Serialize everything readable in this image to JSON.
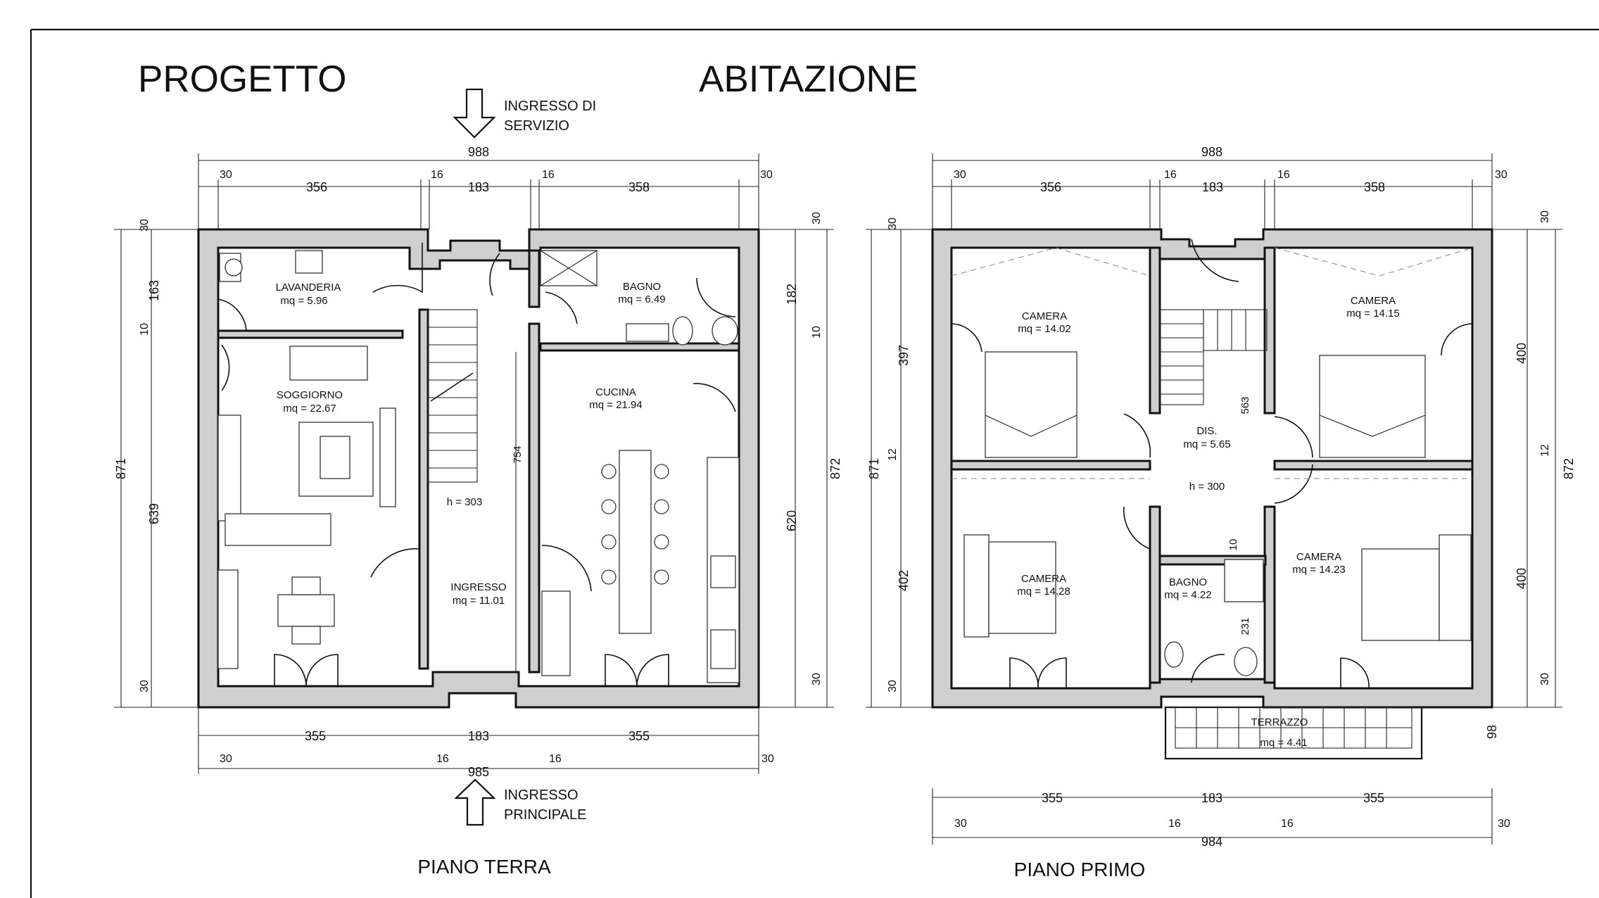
{
  "title": {
    "left": "PROGETTO",
    "right": "ABITAZIONE"
  },
  "entries": {
    "service": [
      "INGRESSO DI",
      "SERVIZIO"
    ],
    "main": [
      "INGRESSO",
      "PRINCIPALE"
    ]
  },
  "ground_floor": {
    "label": "PIANO TERRA",
    "rooms": {
      "lavanderia": {
        "name": "LAVANDERIA",
        "area": "mq = 5.96"
      },
      "bagno": {
        "name": "BAGNO",
        "area": "mq = 6.49"
      },
      "soggiorno": {
        "name": "SOGGIORNO",
        "area": "mq = 22.67"
      },
      "cucina": {
        "name": "CUCINA",
        "area": "mq = 21.94"
      },
      "ingresso": {
        "name": "INGRESSO",
        "area": "mq = 11.01"
      }
    },
    "notes": {
      "height": "h = 303",
      "stair_len": "754"
    },
    "dims": {
      "top_total": "988",
      "top_30a": "30",
      "top_356": "356",
      "top_16a": "16",
      "top_183": "183",
      "top_16b": "16",
      "top_358": "358",
      "top_30b": "30",
      "bot_355a": "355",
      "bot_183": "183",
      "bot_355b": "355",
      "bot_30a": "30",
      "bot_16a": "16",
      "bot_16b": "16",
      "bot_30b": "30",
      "bot_total": "985",
      "left_total": "871",
      "left_30a": "30",
      "left_163": "163",
      "left_10": "10",
      "left_639": "639",
      "left_30b": "30",
      "right_total": "872",
      "right_30a": "30",
      "right_182": "182",
      "right_10": "10",
      "right_620": "620",
      "right_30b": "30"
    }
  },
  "first_floor": {
    "label": "PIANO PRIMO",
    "rooms": {
      "camera_tl": {
        "name": "CAMERA",
        "area": "mq = 14.02"
      },
      "camera_tr": {
        "name": "CAMERA",
        "area": "mq = 14.15"
      },
      "dis": {
        "name": "DIS.",
        "area": "mq = 5.65"
      },
      "camera_bl": {
        "name": "CAMERA",
        "area": "mq = 14.28"
      },
      "bagno": {
        "name": "BAGNO",
        "area": "mq = 4.22"
      },
      "camera_br": {
        "name": "CAMERA",
        "area": "mq = 14.23"
      },
      "terrazzo": {
        "name": "TERRAZZO",
        "area": "mq = 4.41"
      }
    },
    "notes": {
      "height": "h = 300",
      "dis_len": "563",
      "bagno_w": "10",
      "bagno_l": "231"
    },
    "dims": {
      "top_total": "988",
      "top_30a": "30",
      "top_356": "356",
      "top_16a": "16",
      "top_183": "183",
      "top_16b": "16",
      "top_358": "358",
      "top_30b": "30",
      "bot_355a": "355",
      "bot_183": "183",
      "bot_355b": "355",
      "bot_30a": "30",
      "bot_16a": "16",
      "bot_16b": "16",
      "bot_30b": "30",
      "bot_total": "984",
      "left_total": "871",
      "left_30a": "30",
      "left_397": "397",
      "left_12": "12",
      "left_402": "402",
      "left_30b": "30",
      "right_total": "872",
      "right_30a": "30",
      "right_400a": "400",
      "right_12": "12",
      "right_400b": "400",
      "right_30b": "30",
      "terrace_98": "98"
    }
  }
}
